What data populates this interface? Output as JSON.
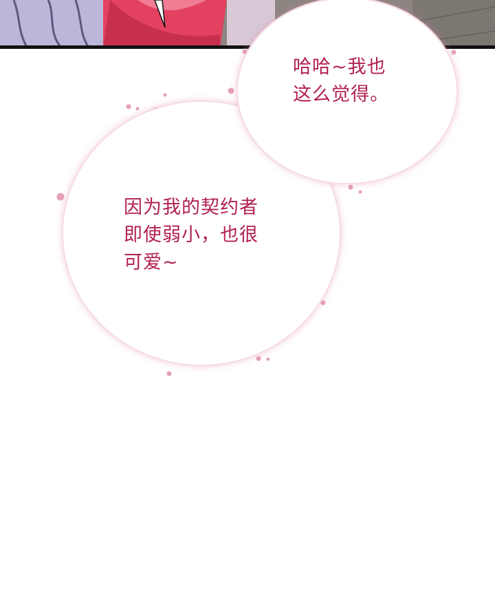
{
  "panel_top": {
    "colors": {
      "wall": "#8c8580",
      "hair": "#b9b3d6",
      "hair_dark": "#6e6590",
      "cheek": "#e33f5f",
      "border": "#111111"
    }
  },
  "bubble_small": {
    "lines": [
      "哈哈~我也",
      "这么觉得。"
    ]
  },
  "bubble_large": {
    "lines": [
      "因为我的契约者",
      "即使弱小，也很",
      "可爱~"
    ]
  },
  "text_color": "#b1204f",
  "accent_glow": "#e28caa"
}
